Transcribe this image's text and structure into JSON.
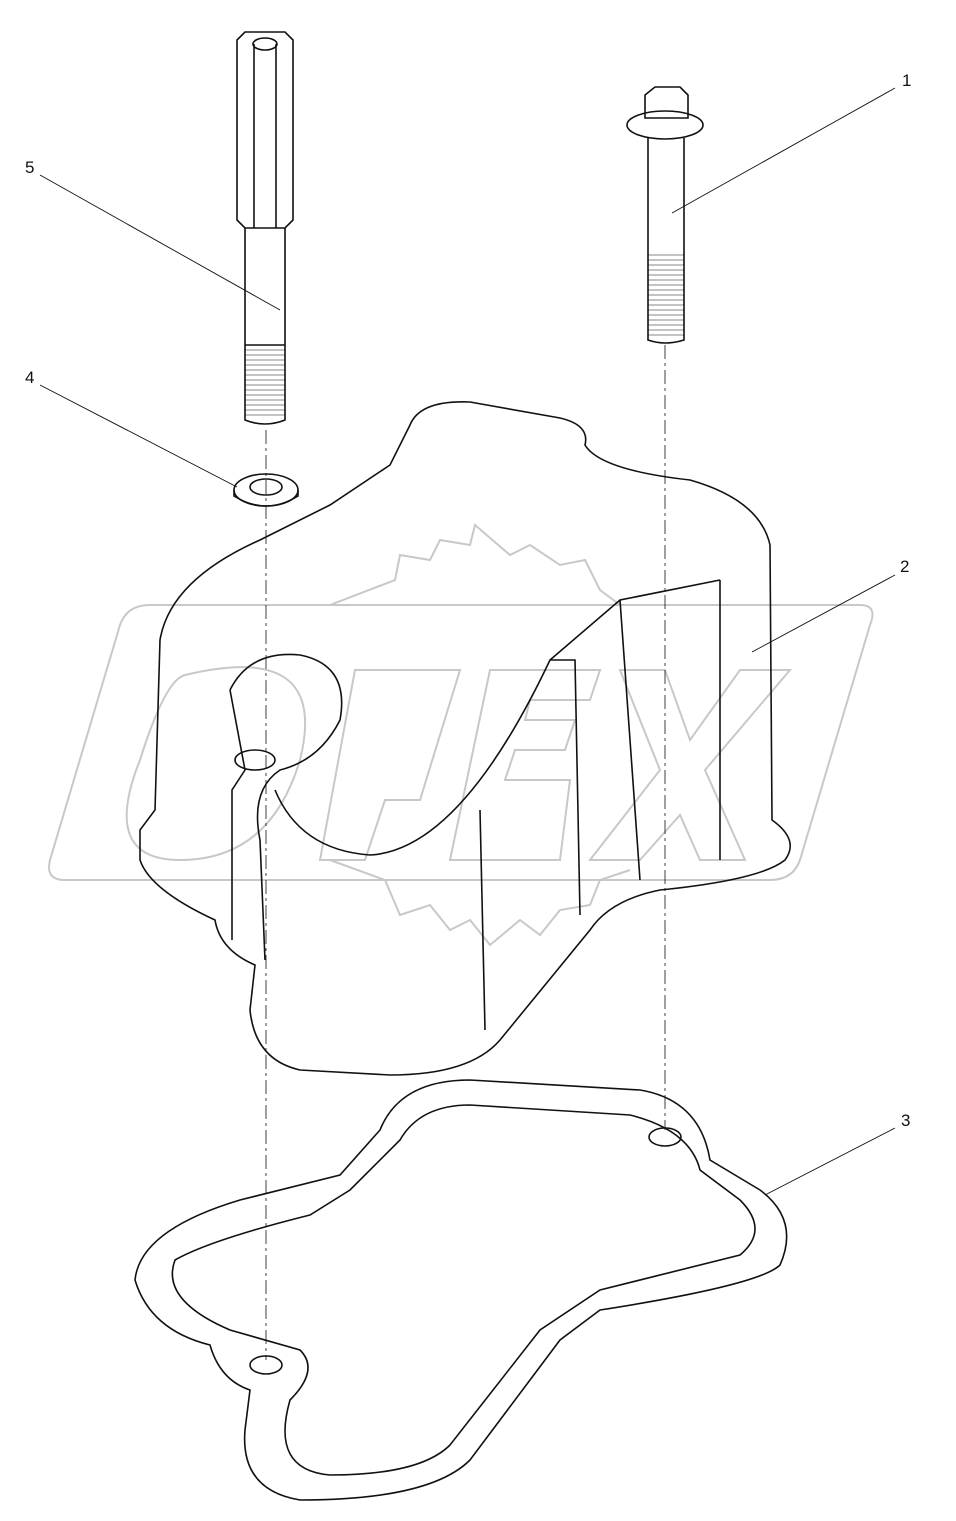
{
  "callouts": [
    {
      "number": "1",
      "part": "bolt"
    },
    {
      "number": "2",
      "part": "valve-cover"
    },
    {
      "number": "3",
      "part": "gasket"
    },
    {
      "number": "4",
      "part": "washer"
    },
    {
      "number": "5",
      "part": "stud"
    }
  ],
  "watermark": "OPEX",
  "colors": {
    "line": "#111111",
    "watermark": "#c8c8c8"
  }
}
